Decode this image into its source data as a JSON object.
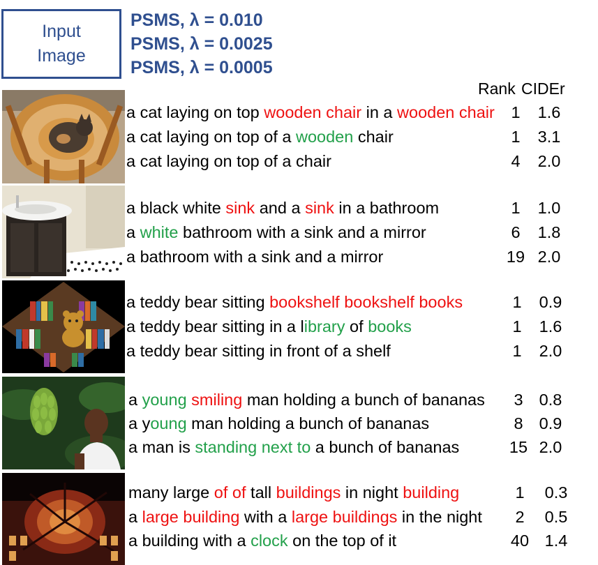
{
  "legend": {
    "input_box": [
      "Input",
      "Image"
    ],
    "lines": [
      "PSMS, λ = 0.010",
      "PSMS, λ = 0.0025",
      "PSMS, λ = 0.0005"
    ]
  },
  "columns": {
    "rank": "Rank",
    "cider": "CIDEr"
  },
  "colors": {
    "legend_blue": "#2f4f8f",
    "highlight_red": "#ee1111",
    "highlight_green": "#22a04a"
  },
  "examples": [
    {
      "image": "cat-on-wooden-chair",
      "captions": [
        {
          "segments": [
            {
              "t": "a cat laying on top ",
              "c": ""
            },
            {
              "t": "wooden chair",
              "c": "red"
            },
            {
              "t": " in a ",
              "c": ""
            },
            {
              "t": "wooden chair",
              "c": "red"
            }
          ],
          "rank": "1",
          "cider": "1.6"
        },
        {
          "segments": [
            {
              "t": "a cat laying on top of a ",
              "c": ""
            },
            {
              "t": "wooden",
              "c": "green"
            },
            {
              "t": " chair",
              "c": ""
            }
          ],
          "rank": "1",
          "cider": "3.1"
        },
        {
          "segments": [
            {
              "t": "a cat laying on top of a chair",
              "c": ""
            }
          ],
          "rank": "4",
          "cider": "2.0"
        }
      ]
    },
    {
      "image": "bathroom-sink",
      "captions": [
        {
          "segments": [
            {
              "t": "a black white ",
              "c": ""
            },
            {
              "t": "sink",
              "c": "red"
            },
            {
              "t": " and a ",
              "c": ""
            },
            {
              "t": "sink",
              "c": "red"
            },
            {
              "t": " in a bathroom",
              "c": ""
            }
          ],
          "rank": "1",
          "cider": "1.0"
        },
        {
          "segments": [
            {
              "t": "a ",
              "c": ""
            },
            {
              "t": "white",
              "c": "green"
            },
            {
              "t": " bathroom with a sink and a mirror",
              "c": ""
            }
          ],
          "rank": "6",
          "cider": "1.8"
        },
        {
          "segments": [
            {
              "t": "a bathroom with a sink and a mirror",
              "c": ""
            }
          ],
          "rank": "19",
          "cider": "2.0"
        }
      ]
    },
    {
      "image": "teddy-bear-bookshelf",
      "captions": [
        {
          "segments": [
            {
              "t": "a teddy bear sitting ",
              "c": ""
            },
            {
              "t": "bookshelf bookshelf books",
              "c": "red"
            }
          ],
          "rank": "1",
          "cider": "0.9"
        },
        {
          "segments": [
            {
              "t": "a teddy bear sitting in a l",
              "c": ""
            },
            {
              "t": "ibrary",
              "c": "green"
            },
            {
              "t": " of ",
              "c": ""
            },
            {
              "t": "books",
              "c": "green"
            }
          ],
          "rank": "1",
          "cider": "1.6"
        },
        {
          "segments": [
            {
              "t": "a teddy bear sitting in front of a shelf",
              "c": ""
            }
          ],
          "rank": "1",
          "cider": "2.0"
        }
      ]
    },
    {
      "image": "boy-with-bananas",
      "captions": [
        {
          "segments": [
            {
              "t": "a ",
              "c": ""
            },
            {
              "t": "young",
              "c": "green"
            },
            {
              "t": " ",
              "c": ""
            },
            {
              "t": "smiling",
              "c": "red"
            },
            {
              "t": " man holding a bunch of bananas",
              "c": ""
            }
          ],
          "rank": "3",
          "cider": "0.8"
        },
        {
          "segments": [
            {
              "t": "a y",
              "c": ""
            },
            {
              "t": "oung",
              "c": "green"
            },
            {
              "t": " man holding a bunch of bananas",
              "c": ""
            }
          ],
          "rank": "8",
          "cider": "0.9"
        },
        {
          "segments": [
            {
              "t": "a man is ",
              "c": ""
            },
            {
              "t": "standing next to",
              "c": "green"
            },
            {
              "t": " a bunch of bananas",
              "c": ""
            }
          ],
          "rank": "15",
          "cider": "2.0"
        }
      ]
    },
    {
      "image": "building-at-night",
      "captions": [
        {
          "segments": [
            {
              "t": "many large ",
              "c": ""
            },
            {
              "t": "of of",
              "c": "red"
            },
            {
              "t": " tall ",
              "c": ""
            },
            {
              "t": "buildings",
              "c": "red"
            },
            {
              "t": " in night ",
              "c": ""
            },
            {
              "t": "building",
              "c": "red"
            }
          ],
          "rank": "1",
          "cider": "0.3"
        },
        {
          "segments": [
            {
              "t": "a ",
              "c": ""
            },
            {
              "t": "large building",
              "c": "red"
            },
            {
              "t": " with a ",
              "c": ""
            },
            {
              "t": "large buildings",
              "c": "red"
            },
            {
              "t": " in the night",
              "c": ""
            }
          ],
          "rank": "2",
          "cider": "0.5"
        },
        {
          "segments": [
            {
              "t": "a building with a ",
              "c": ""
            },
            {
              "t": "clock",
              "c": "green"
            },
            {
              "t": " on the top of it",
              "c": ""
            }
          ],
          "rank": "40",
          "cider": "1.4"
        }
      ]
    }
  ]
}
